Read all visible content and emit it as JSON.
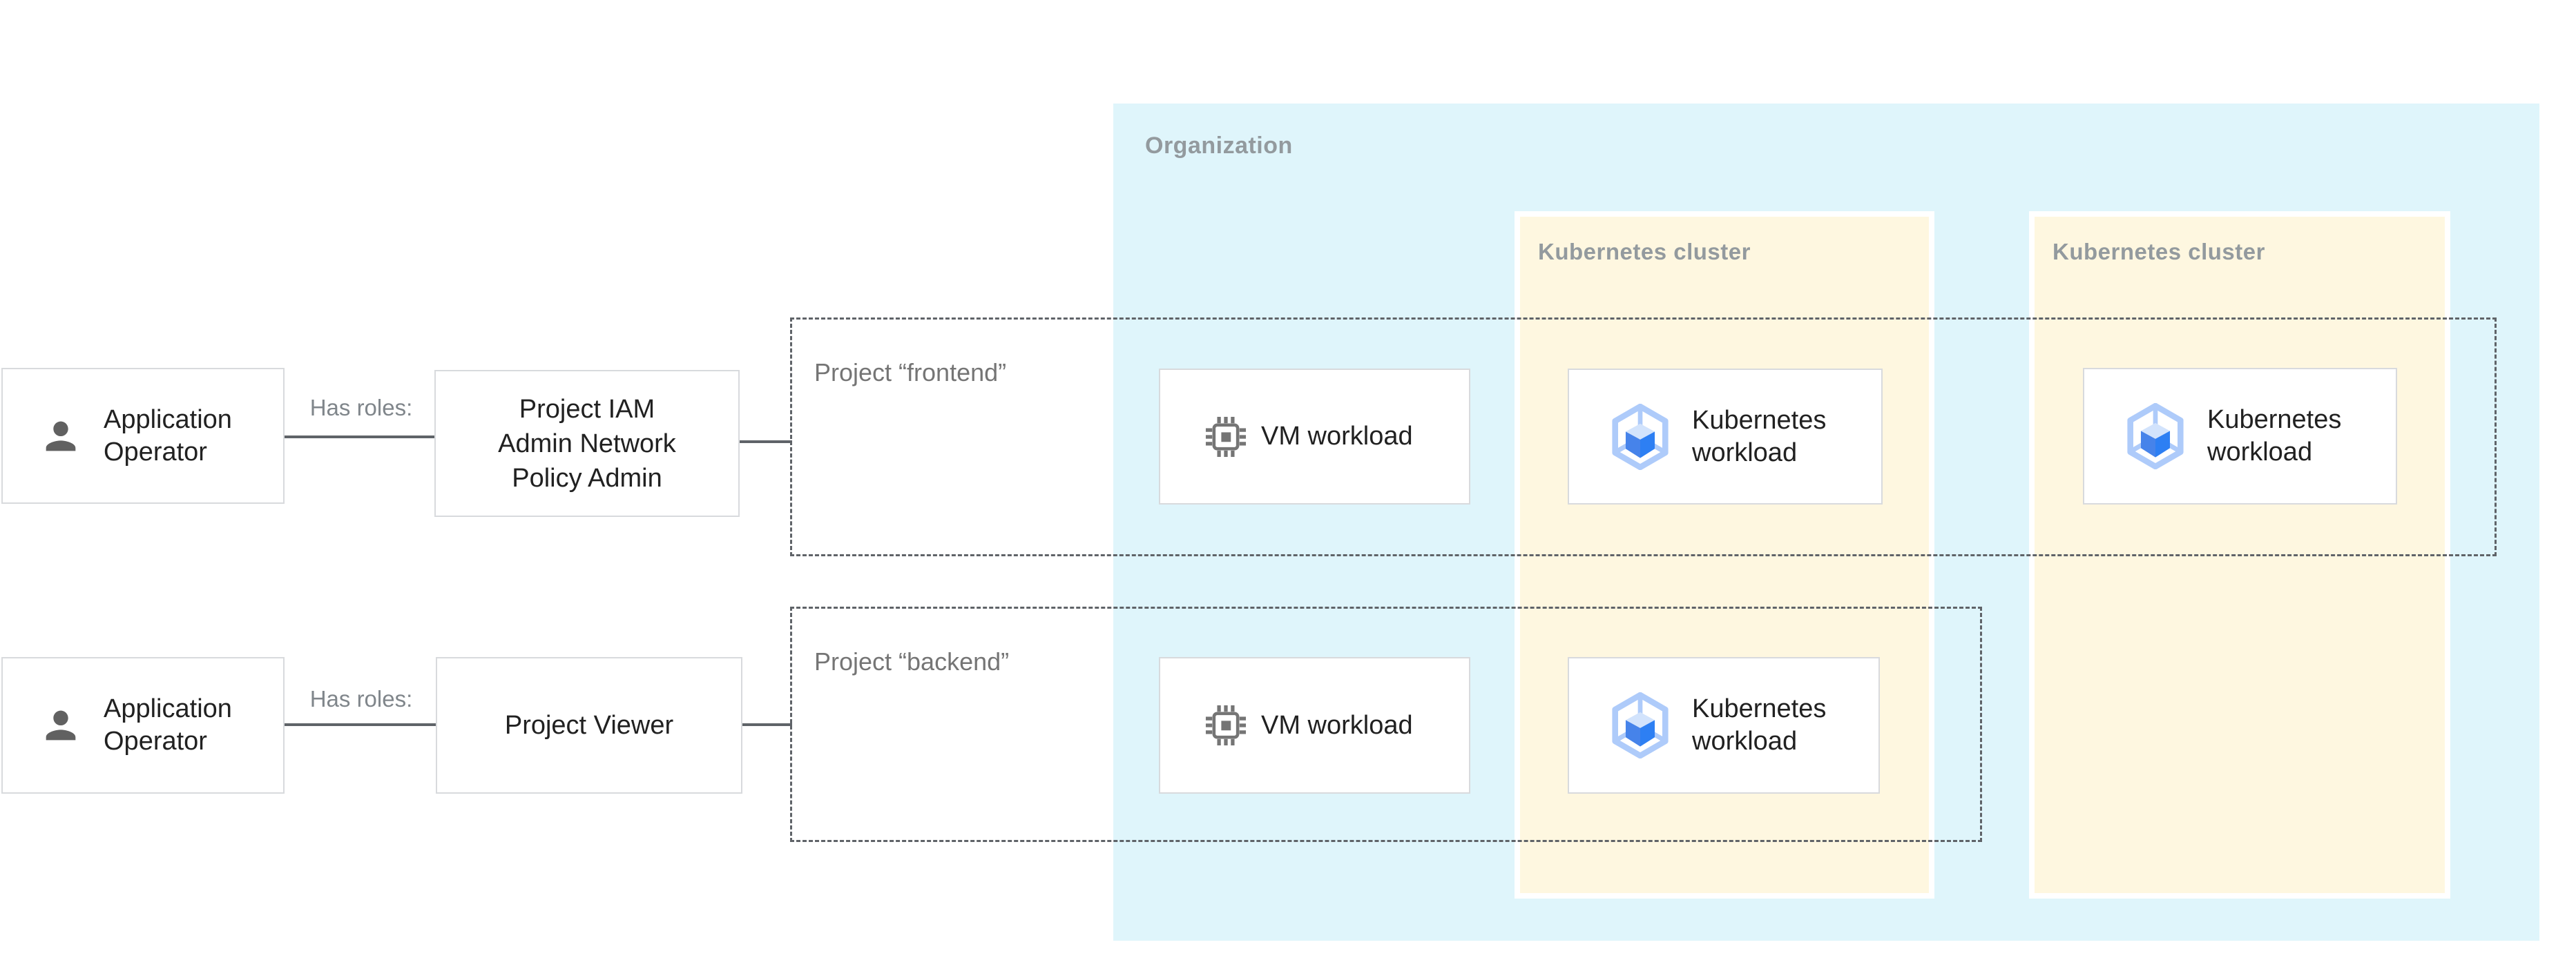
{
  "organization": {
    "label": "Organization"
  },
  "clusters": [
    {
      "label": "Kubernetes cluster"
    },
    {
      "label": "Kubernetes cluster"
    }
  ],
  "projects": [
    {
      "label": "Project “frontend”"
    },
    {
      "label": "Project “backend”"
    }
  ],
  "actors": [
    {
      "icon": "person-icon",
      "line1": "Application",
      "line2": "Operator",
      "relation": "Has roles:"
    },
    {
      "icon": "person-icon",
      "line1": "Application",
      "line2": "Operator",
      "relation": "Has roles:"
    }
  ],
  "roles": [
    {
      "line1": "Project IAM",
      "line2": "Admin Network",
      "line3": "Policy Admin"
    },
    {
      "line1": "Project Viewer"
    }
  ],
  "workloads": [
    {
      "type": "vm",
      "icon": "vm-chip-icon",
      "label": "VM workload"
    },
    {
      "type": "kubernetes",
      "icon": "gke-hexagon-icon",
      "line1": "Kubernetes",
      "line2": "workload"
    },
    {
      "type": "kubernetes",
      "icon": "gke-hexagon-icon",
      "line1": "Kubernetes",
      "line2": "workload"
    },
    {
      "type": "vm",
      "icon": "vm-chip-icon",
      "label": "VM workload"
    },
    {
      "type": "kubernetes",
      "icon": "gke-hexagon-icon",
      "line1": "Kubernetes",
      "line2": "workload"
    }
  ],
  "colors": {
    "organization_bg": "#DFF5FB",
    "cluster_bg": "#FEF7E0",
    "node_border": "#D8DADD",
    "edge_line": "#5F6368",
    "region_label": "#939A9E",
    "project_label": "#757575",
    "relation_label": "#80868B",
    "node_text": "#212121",
    "icon_gray": "#757575",
    "gke_hex": "#AECBFA",
    "gke_face_left": "#4683EA",
    "gke_face_right": "#2D7FF3",
    "gke_face_top": "#D2E3FC"
  }
}
